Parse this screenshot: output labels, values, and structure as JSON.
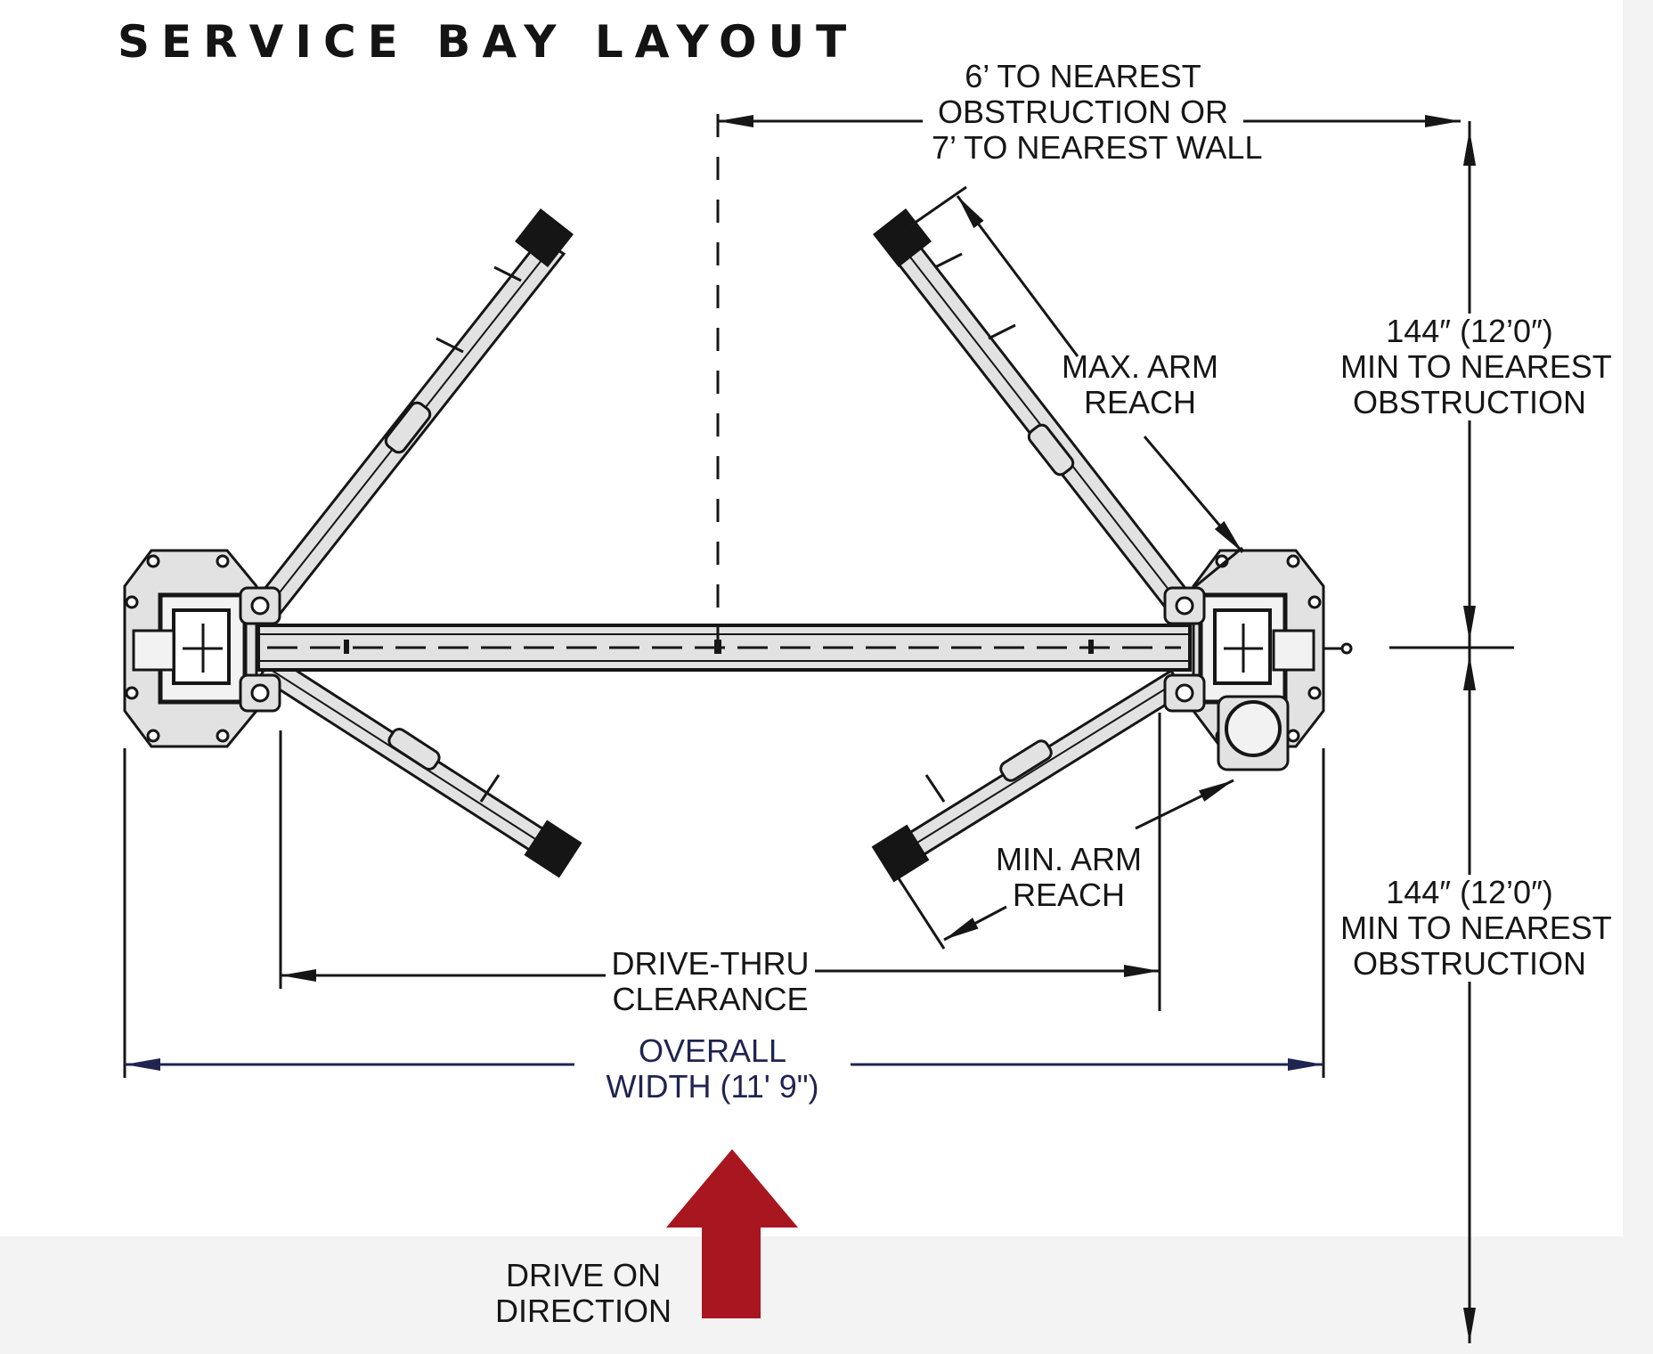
{
  "title": "SERVICE BAY LAYOUT",
  "labels": {
    "top_clearance": [
      "6’ TO NEAREST",
      "OBSTRUCTION OR",
      "7’ TO NEAREST WALL"
    ],
    "max_arm_reach": [
      "MAX. ARM",
      "REACH"
    ],
    "min_arm_reach": [
      "MIN. ARM",
      "REACH"
    ],
    "front_clearance": [
      "144″ (12’0″)",
      "MIN TO NEAREST",
      "OBSTRUCTION"
    ],
    "rear_clearance": [
      "144″ (12’0″)",
      "MIN TO NEAREST",
      "OBSTRUCTION"
    ],
    "drive_thru": [
      "DRIVE-THRU",
      "CLEARANCE"
    ],
    "overall_width": [
      "OVERALL",
      "WIDTH (11' 9\")"
    ],
    "drive_on": [
      "DRIVE ON",
      "DIRECTION"
    ]
  },
  "colors": {
    "ink": "#161616",
    "part_fill": "#e2e2e2",
    "pad_fill": "#151515",
    "overall_width": "#1f2450",
    "drive_arrow": "#a8161f"
  },
  "icons": {
    "drive_direction": "up-arrow-icon"
  }
}
